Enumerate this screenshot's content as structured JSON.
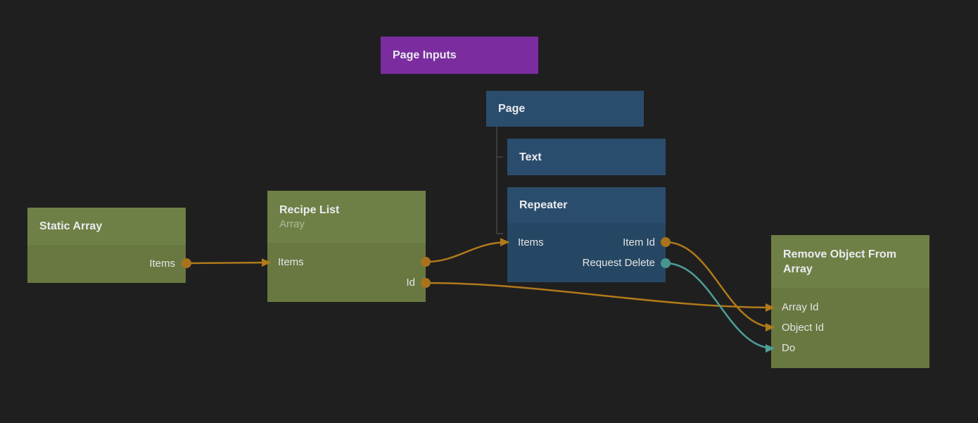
{
  "app": {
    "name": "Visual node graph editor canvas"
  },
  "colors": {
    "background": "#1f1f1f",
    "wire_orange": "#b07a1a",
    "wire_teal": "#4f9f97",
    "node_green_header": "#6f8046",
    "node_green_body": "#687840",
    "node_blue_header": "#2b4d6d",
    "node_blue_body": "#264763",
    "node_purple": "#7b2da0",
    "hierarchy_line": "#464646"
  },
  "nodes": {
    "page_inputs": {
      "title": "Page Inputs"
    },
    "page": {
      "title": "Page"
    },
    "text": {
      "title": "Text"
    },
    "repeater": {
      "title": "Repeater",
      "ports": {
        "items": "Items",
        "item_id": "Item Id",
        "request_delete": "Request Delete"
      }
    },
    "static_array": {
      "title": "Static Array",
      "ports": {
        "items": "Items"
      }
    },
    "recipe_list": {
      "title": "Recipe List",
      "subtitle": "Array",
      "ports": {
        "items": "Items",
        "id": "Id"
      }
    },
    "remove_object_from_array": {
      "title": "Remove Object From Array",
      "ports": {
        "array_id": "Array Id",
        "object_id": "Object Id",
        "do": "Do"
      }
    }
  },
  "connections": [
    {
      "from": "Static Array / Items",
      "to": "Recipe List / Items",
      "color": "#b07a1a"
    },
    {
      "from": "Recipe List / Items",
      "to": "Repeater / Items",
      "color": "#b07a1a"
    },
    {
      "from": "Recipe List / Id",
      "to": "Remove Object From Array / Array Id",
      "color": "#b07a1a"
    },
    {
      "from": "Repeater / Item Id",
      "to": "Remove Object From Array / Object Id",
      "color": "#b07a1a"
    },
    {
      "from": "Repeater / Request Delete",
      "to": "Remove Object From Array / Do",
      "color": "#4f9f97"
    }
  ],
  "hierarchy": [
    {
      "parent": "Page",
      "children": [
        "Text",
        "Repeater"
      ]
    }
  ]
}
